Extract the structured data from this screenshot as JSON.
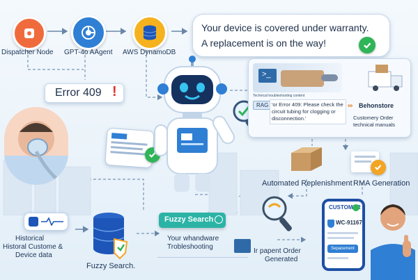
{
  "pipeline": {
    "dispatcher_label": "Dispatcher Node",
    "agent_label": "GPT-4o AAgent",
    "db_label": "AWS DynamoDB"
  },
  "speech": {
    "line1": "Your device is covered under warranty.",
    "line2": "A replacement is on the way!"
  },
  "error_badge": "Error 409",
  "rag": {
    "tag": "RAG",
    "header": "Technical troubleshooting content",
    "text": "'or Error 409: Please check the circuit tubing for clogging or disconnection.'"
  },
  "store": {
    "name": "Behonstore",
    "label_line1": "Customery Order",
    "label_line2": "technical manuals"
  },
  "outputs": {
    "replenishment": "Automated Replenishment",
    "rma": "RMA Generation"
  },
  "history": {
    "line1": "Historical",
    "line2": "Historal Custome &",
    "line3": "Device data"
  },
  "fuzzy": {
    "db_label": "Fuzzy Search.",
    "button": "Fuzzy Search",
    "trouble_line1": "Your whandware",
    "trouble_line2": "Trobleshooting"
  },
  "order": {
    "line1": "Ir papent Order",
    "line2": "Generated"
  },
  "phone": {
    "header": "CUSTOMER",
    "order_id": "WC-91167",
    "status": "Sepacement"
  },
  "colors": {
    "accent_blue": "#2f7fd4",
    "check_green": "#2fb457",
    "dispatcher_orange": "#f06b3c",
    "db_blue": "#1d56b8",
    "fuzzy_teal": "#2bb3a6",
    "error_red": "#e0302a"
  }
}
